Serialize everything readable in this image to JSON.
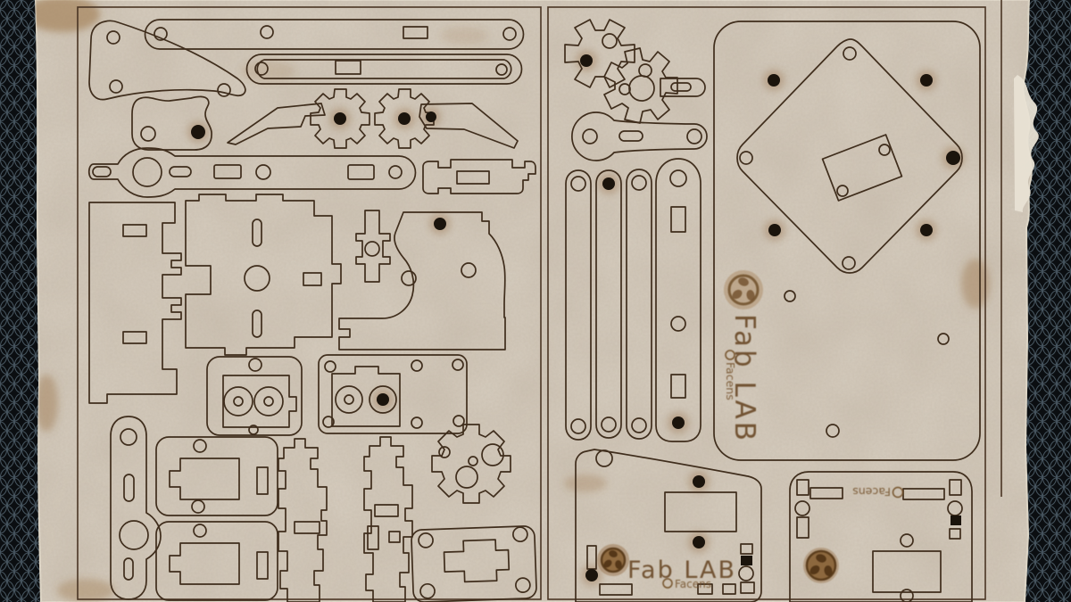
{
  "engravings": {
    "side_plate": {
      "fab_lab": "Fab LAB",
      "facens": "Facens"
    },
    "controller_plate": {
      "fab_lab": "Fab LAB",
      "facens": "Facens"
    },
    "corner_plate": {
      "facens": "Facens"
    }
  },
  "colors": {
    "laser_bed": "#0b0e11",
    "laser_bed_grid": "#4e5f6a",
    "mdf_surface": "#cbc0b1",
    "mdf_light_fiber": "#e8e2d4",
    "cut_line": "#3f2d1c",
    "panel_border": "#4a3524",
    "burn_stain": "#9a7344",
    "pierced_hole": "#1b140c",
    "engraving": "#6b4a28"
  }
}
